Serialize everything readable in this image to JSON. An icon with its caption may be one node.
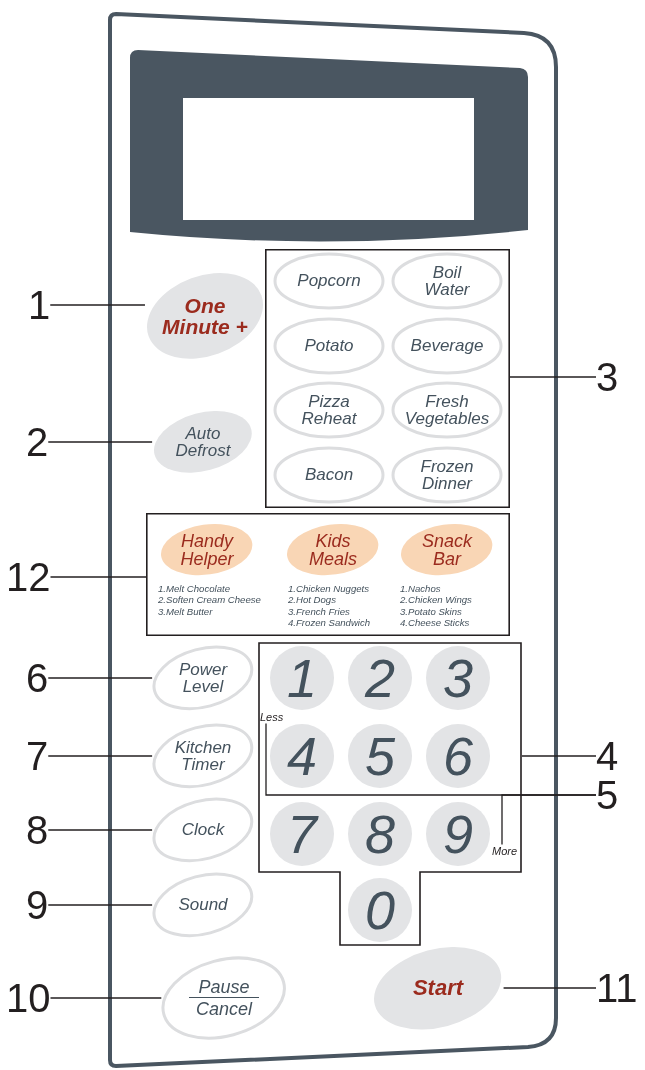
{
  "diagram": {
    "nodes": [
      {
        "text": [
          "1"
        ]
      },
      {
        "text": [
          "One Minute +"
        ]
      },
      {
        "text": [],
        "shape": "box"
      },
      {
        "text": [
          "Popcorn"
        ],
        "in": 2
      },
      {
        "text": [
          "Boil Water"
        ],
        "in": 2
      },
      {
        "text": [
          "Potato"
        ],
        "in": 2
      },
      {
        "text": [
          "Beverage"
        ],
        "in": 2
      },
      {
        "text": [
          "Pizza Reheat"
        ],
        "in": 2
      },
      {
        "text": [
          "Fresh Vegetables"
        ],
        "in": 2
      },
      {
        "text": [
          "Bacon"
        ],
        "in": 2
      },
      {
        "text": [
          "Frozen Dinner"
        ],
        "in": 2
      },
      {
        "text": [
          "3"
        ]
      },
      {
        "text": [
          "2"
        ]
      },
      {
        "text": [
          "Auto Defrost"
        ]
      },
      {
        "text": [
          "12"
        ]
      },
      {
        "text": [],
        "shape": "box"
      },
      {
        "text": [
          "Handy Helper"
        ],
        "beside": [
          "1.Melt Chocolate",
          "2.Soften Cream Cheese",
          "3.Melt Butter"
        ],
        "in": 15
      },
      {
        "text": [
          "Kids Meals"
        ],
        "beside": [
          "1.Chicken Nuggets",
          "2.Hot Dogs",
          "3.French Fries",
          "4.Frozen Sandwich"
        ],
        "in": 15
      },
      {
        "text": [
          "Snack Bar"
        ],
        "beside": [
          "1.Nachos",
          "2.Chicken Wings",
          "3.Potato Skins",
          "4.Cheese Sticks"
        ],
        "in": 15
      },
      {
        "text": [
          "6"
        ]
      },
      {
        "text": [
          "Power Level"
        ]
      },
      {
        "text": [],
        "shape": "box"
      },
      {
        "text": [
          "Less"
        ],
        "in": 21
      },
      {
        "text": [
          "1"
        ],
        "in": 21
      },
      {
        "text": [
          "2"
        ],
        "in": 21
      },
      {
        "text": [
          "3"
        ],
        "in": 21
      },
      {
        "text": [
          "4"
        ],
        "in": 21
      },
      {
        "text": [
          "5"
        ],
        "in": 21
      },
      {
        "text": [
          "6"
        ],
        "in": 21
      },
      {
        "text": [
          "7"
        ],
        "in": 21
      },
      {
        "text": [
          "8"
        ],
        "in": 21
      },
      {
        "text": [
          "9"
        ],
        "in": 21
      },
      {
        "text": [
          "More"
        ],
        "in": 21
      },
      {
        "text": [
          "0"
        ],
        "in": 21
      },
      {
        "text": [
          "4"
        ]
      },
      {
        "text": [
          "5"
        ]
      },
      {
        "text": [
          "7"
        ]
      },
      {
        "text": [
          "Kitchen Timer"
        ]
      },
      {
        "text": [
          "8"
        ]
      },
      {
        "text": [
          "Clock"
        ]
      },
      {
        "text": [
          "9"
        ]
      },
      {
        "text": [
          "Sound"
        ]
      },
      {
        "text": [
          "10"
        ]
      },
      {
        "text": [
          "Pause",
          "Cancel"
        ]
      },
      {
        "text": [
          "Start"
        ]
      },
      {
        "text": [
          "11"
        ]
      }
    ],
    "edges": [
      {
        "from": 0,
        "to": 1,
        "arrow": "none"
      },
      {
        "from": 11,
        "to": 2,
        "arrow": "none"
      },
      {
        "from": 12,
        "to": 13,
        "arrow": "none"
      },
      {
        "from": 14,
        "to": 15,
        "arrow": "none"
      },
      {
        "from": 19,
        "to": 20,
        "arrow": "none"
      },
      {
        "from": 34,
        "to": 21,
        "arrow": "none"
      },
      {
        "from": 35,
        "to": 22,
        "arrow": "none"
      },
      {
        "from": 35,
        "to": 32,
        "arrow": "none"
      },
      {
        "from": 36,
        "to": 37,
        "arrow": "none"
      },
      {
        "from": 38,
        "to": 39,
        "arrow": "none"
      },
      {
        "from": 40,
        "to": 41,
        "arrow": "none"
      },
      {
        "from": 42,
        "to": 43,
        "arrow": "none"
      },
      {
        "from": 45,
        "to": 44,
        "arrow": "none"
      }
    ]
  }
}
